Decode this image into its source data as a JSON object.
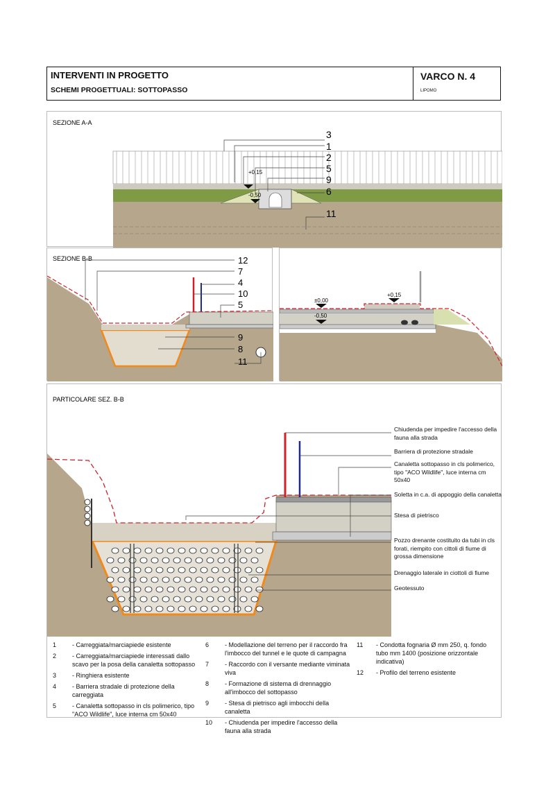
{
  "header": {
    "title": "INTERVENTI IN PROGETTO",
    "subtitle": "SCHEMI PROGETTUALI: SOTTOPASSO",
    "varco": "VARCO N. 4",
    "location": "LIPOMO"
  },
  "section_aa": {
    "title": "SEZIONE A-A",
    "labels": [
      "3",
      "1",
      "2",
      "5",
      "9",
      "6",
      "11"
    ],
    "elev_top": "+0,15",
    "elev_bottom": "-0,50"
  },
  "section_bb": {
    "title": "SEZIONE B-B",
    "labels": [
      "12",
      "7",
      "4",
      "10",
      "5",
      "9",
      "8",
      "11"
    ],
    "elev_zero": "±0,00",
    "elev_bottom": "-0,50",
    "elev_top": "+0,15"
  },
  "detail": {
    "title": "PARTICOLARE SEZ. B-B",
    "callouts": [
      "Chiudenda per impedire l'accesso della fauna alla strada",
      "Barriera di protezione stradale",
      "Canaletta sottopasso in cls polimerico, tipo \"ACO Wildlife\", luce interna cm 50x40",
      "Soletta in c.a. di appoggio della canaletta",
      "Stesa di pietrisco",
      "Pozzo drenante costituito da tubi in cls forati, riempito con cittoli di fiume di grossa dimensione",
      "Drenaggio laterale in ciottoli di fiume",
      "Geotessuto"
    ]
  },
  "legend": [
    {
      "n": "1",
      "text": "- Carreggiata/marciapiede esistente"
    },
    {
      "n": "2",
      "text": "- Carreggiata/marciapiede interessati dallo scavo per la posa della canaletta sottopasso"
    },
    {
      "n": "3",
      "text": "- Ringhiera esistente"
    },
    {
      "n": "4",
      "text": "- Barriera stradale di protezione della carreggiata"
    },
    {
      "n": "5",
      "text": "- Canaletta sottopasso in cls polimerico, tipo \"ACO Wildlife\", luce interna cm 50x40"
    },
    {
      "n": "6",
      "text": "- Modellazione del terreno per il raccordo fra l'imbocco del tunnel e le quote di campagna"
    },
    {
      "n": "7",
      "text": "- Raccordo con il versante mediante viminata viva"
    },
    {
      "n": "8",
      "text": "- Formazione di sistema di drennaggio all'imbocco del sottopasso"
    },
    {
      "n": "9",
      "text": "- Stesa di pietrisco agli imbocchi della canaletta"
    },
    {
      "n": "10",
      "text": "- Chiudenda per impedire l'accesso della fauna alla strada"
    },
    {
      "n": "11",
      "text": "- Condotta fognaria Ø mm 250, q. fondo tubo mm 1400 (posizione orizzontale indicativa)"
    },
    {
      "n": "12",
      "text": "- Profilo del terreno esistente"
    }
  ],
  "colors": {
    "soil": "#b5a68c",
    "grass": "#7f9b46",
    "gravel_outline": "#f08a1c",
    "fence": "#d0202a",
    "barrier": "#1f2a8c",
    "profile": "#d0202a"
  }
}
